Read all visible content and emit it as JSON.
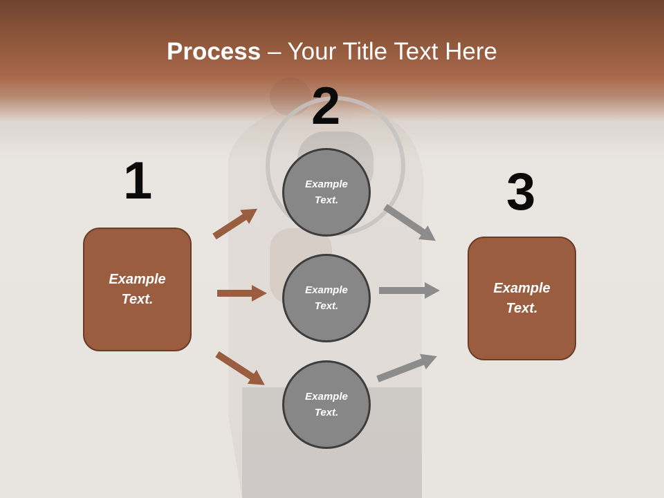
{
  "title": {
    "bold": "Process",
    "rest": " – Your Title Text Here"
  },
  "steps": [
    {
      "number": "1",
      "label": "Example Text."
    },
    {
      "number": "2",
      "items": [
        "Example Text.",
        "Example Text.",
        "Example Text."
      ]
    },
    {
      "number": "3",
      "label": "Example Text."
    }
  ],
  "colors": {
    "brown": "#9a5d40",
    "gray": "#878787",
    "header": "#8a5438",
    "arrow_left": "#9a5d40",
    "arrow_right": "#8c8c8c"
  }
}
